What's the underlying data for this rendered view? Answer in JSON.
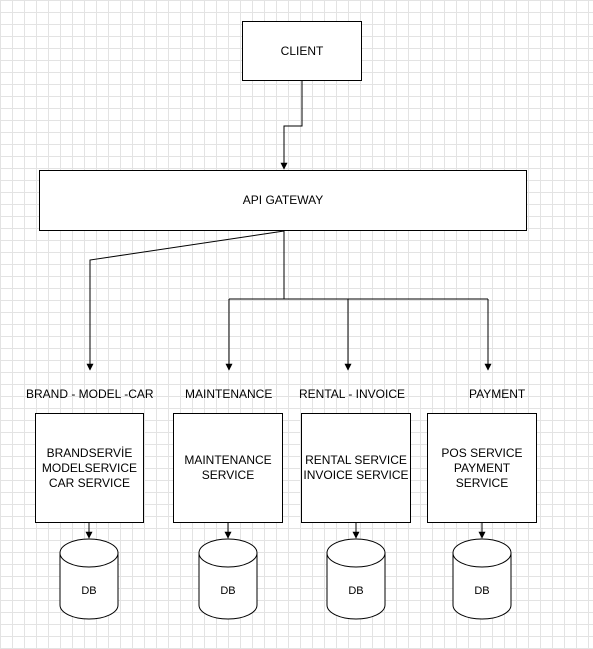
{
  "client": {
    "label": "CLIENT"
  },
  "gateway": {
    "label": "API GATEWAY"
  },
  "groups": [
    {
      "label": "BRAND - MODEL -CAR",
      "services": "BRANDSERVİE\nMODELSERVICE\nCAR SERVICE",
      "db": "DB"
    },
    {
      "label": "MAINTENANCE",
      "services": "MAINTENANCE\nSERVICE",
      "db": "DB"
    },
    {
      "label": "RENTAL - INVOICE",
      "services": "RENTAL SERVICE\nINVOICE SERVICE",
      "db": "DB"
    },
    {
      "label": "PAYMENT",
      "services": "POS SERVICE\nPAYMENT\nSERVICE",
      "db": "DB"
    }
  ]
}
